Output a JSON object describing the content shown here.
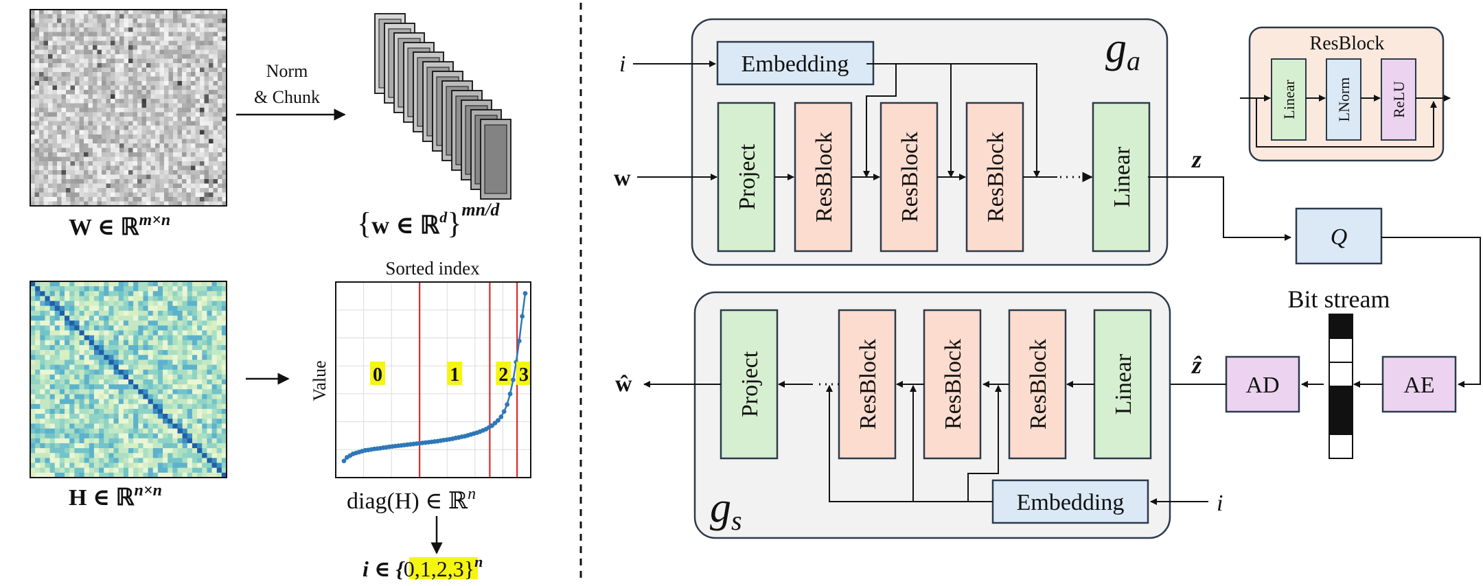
{
  "left": {
    "norm_chunk": [
      "Norm",
      "& Chunk"
    ],
    "W_label": {
      "main": "W ∈ ℝ",
      "sup": "m×n"
    },
    "chunks_label": {
      "open": "{",
      "main": "w ∈ ℝ",
      "sup_d": "d",
      "close": "}",
      "sup_outer": "mn/d"
    },
    "H_label": {
      "main": "H ∈ ℝ",
      "sup": "n×n"
    },
    "sorted_index_title": "Sorted index",
    "value_axis_label": "Value",
    "diag_label": {
      "main": "diag(H) ∈ ℝ",
      "sup": "n"
    },
    "group_labels": [
      "0",
      "1",
      "2",
      "3"
    ],
    "i_label": {
      "main": "i ∈ {",
      "vals": "0,1,2,3",
      "close": "}",
      "sup": "n"
    }
  },
  "encoder": {
    "name": "g",
    "sub": "a",
    "input_i": "i",
    "input_w": "w",
    "embedding": "Embedding",
    "project": "Project",
    "resblock": "ResBlock",
    "linear": "Linear",
    "output_z": "z"
  },
  "decoder": {
    "name": "g",
    "sub": "s",
    "input_i": "i",
    "output_w": "ŵ",
    "embedding": "Embedding",
    "project": "Project",
    "resblock": "ResBlock",
    "linear": "Linear",
    "input_z": "ẑ"
  },
  "coding": {
    "Q": "Q",
    "bit_stream": "Bit stream",
    "AD": "AD",
    "AE": "AE",
    "bits": [
      1,
      0,
      0,
      1,
      1,
      0
    ]
  },
  "resblock_detail": {
    "title": "ResBlock",
    "layers": [
      "Linear",
      "LNorm",
      "ReLU"
    ]
  },
  "colors": {
    "green": "#d6efd0",
    "salmon": "#fbdccf",
    "blue": "#dbe9f6",
    "pink": "#ecd3ef",
    "panel": "#f2f2f2",
    "red_line": "#d92b2b",
    "scatter_blue": "#2e78b7",
    "highlight": "#f5f513"
  },
  "chart_data": {
    "type": "line",
    "title": "Sorted index",
    "xlabel": "",
    "ylabel": "Value",
    "description": "sorted diag(H) values, flat then sharply rising at end",
    "y_norm": [
      0.04,
      0.06,
      0.07,
      0.08,
      0.085,
      0.09,
      0.095,
      0.1,
      0.102,
      0.105,
      0.108,
      0.11,
      0.112,
      0.115,
      0.117,
      0.12,
      0.122,
      0.124,
      0.126,
      0.128,
      0.13,
      0.132,
      0.134,
      0.136,
      0.138,
      0.14,
      0.142,
      0.144,
      0.146,
      0.148,
      0.15,
      0.152,
      0.155,
      0.158,
      0.16,
      0.163,
      0.166,
      0.17,
      0.173,
      0.177,
      0.18,
      0.185,
      0.19,
      0.195,
      0.2,
      0.206,
      0.213,
      0.22,
      0.23,
      0.24,
      0.255,
      0.27,
      0.29,
      0.32,
      0.36,
      0.42,
      0.5,
      0.6,
      0.72,
      0.86,
      0.99
    ],
    "splits_frac": [
      0.43,
      0.79,
      0.93
    ]
  }
}
